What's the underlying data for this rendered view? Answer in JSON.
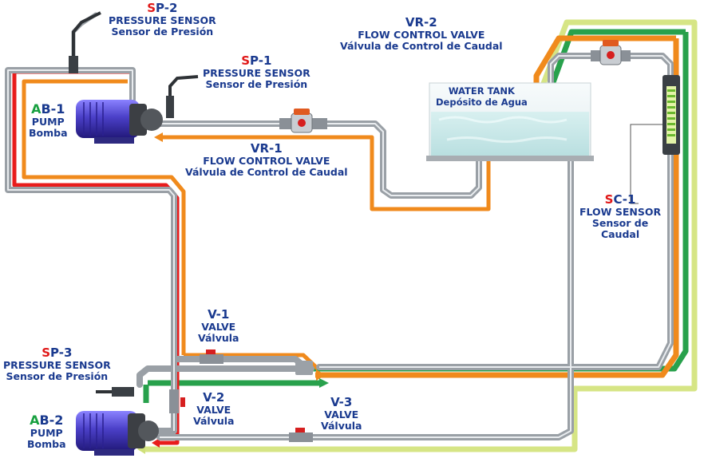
{
  "sp2": {
    "prefix": "S",
    "code": "P-2",
    "en": "PRESSURE SENSOR",
    "es": "Sensor de Presión"
  },
  "sp1": {
    "prefix": "S",
    "code": "P-1",
    "en": "PRESSURE SENSOR",
    "es": "Sensor de Presión"
  },
  "ab1": {
    "prefix": "A",
    "code": "B-1",
    "en": "PUMP",
    "es": "Bomba"
  },
  "vr1": {
    "code": "VR-1",
    "en": "FLOW CONTROL VALVE",
    "es": "Válvula de Control de Caudal"
  },
  "vr2": {
    "code": "VR-2",
    "en": "FLOW CONTROL VALVE",
    "es": "Válvula de Control de Caudal"
  },
  "tank": {
    "en": "WATER TANK",
    "es": "Depósito de Agua"
  },
  "sc1": {
    "prefix": "S",
    "code": "C-1",
    "en": "FLOW SENSOR",
    "es1": "Sensor de",
    "es2": "Caudal"
  },
  "v1": {
    "code": "V-1",
    "en": "VALVE",
    "es": "Válvula"
  },
  "v2": {
    "code": "V-2",
    "en": "VALVE",
    "es": "Válvula"
  },
  "v3": {
    "code": "V-3",
    "en": "VALVE",
    "es": "Válvula"
  },
  "sp3": {
    "prefix": "S",
    "code": "P-3",
    "en": "PRESSURE SENSOR",
    "es": "Sensor de Presión"
  },
  "ab2": {
    "prefix": "A",
    "code": "B-2",
    "en": "PUMP",
    "es": "Bomba"
  },
  "colors": {
    "label": "#1a3a8f",
    "code_red": "#e01818",
    "code_green": "#18a040",
    "pipe": "#b9bec4",
    "flow_red": "#e81c1c",
    "flow_orange": "#f28a1a",
    "flow_green": "#23a04a",
    "flow_lime": "#cfe07a",
    "pump": "#4a3fc0"
  }
}
